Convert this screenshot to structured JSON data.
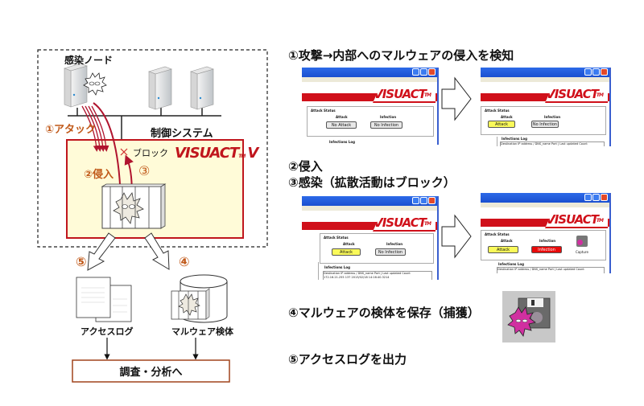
{
  "left_diagram": {
    "infected_node_label": "感染ノード",
    "control_system_label": "制御システム",
    "attack_label": "①アタック",
    "block_label": "ブロック",
    "intrusion_label": "②侵入",
    "step3_marker": "③",
    "product_logo": "VISUACT",
    "product_logo_suffix": "V",
    "product_logo_tm": "TM",
    "step5_marker": "⑤",
    "step4_marker": "④",
    "access_log_label": "アクセスログ",
    "malware_sample_label": "マルウェア検体",
    "investigation_box_label": "調査・分析へ"
  },
  "steps": [
    {
      "heading": "①攻撃→内部へのマルウェアの侵入を検知"
    },
    {
      "heading": "②侵入"
    },
    {
      "heading": "③感染（拡散活動はブロック）"
    },
    {
      "heading": "④マルウェアの検体を保存（捕獲）"
    },
    {
      "heading": "⑤アクセスログを出力"
    }
  ],
  "screens": {
    "logo": "VISUACT",
    "logo_tm": "TM",
    "status_title": "Attack Status",
    "attack_label": "Attack",
    "infection_label": "Infection",
    "log_label": "Infections Log",
    "capture_label": "Capture",
    "log_header": "Destination IP address / DNS_name  Port | Last updated  Count",
    "log_row": "172.16.21.255   137   2013/02/18 14:16:40.3214",
    "s1": {
      "attack_button": "No Attack",
      "infection_button": "No Infection"
    },
    "s2": {
      "attack_button": "Attack",
      "infection_button": "No Infection"
    },
    "s3": {
      "attack_button": "Attack",
      "infection_button": "No Infection"
    },
    "s4": {
      "attack_button": "Attack",
      "infection_button": "Infection"
    }
  },
  "colors": {
    "accent_red": "#c0161d",
    "arrow_red": "#b0142e",
    "step_orange": "#c05818",
    "zone_fill": "#fffbd8",
    "attack_yellow": "#fafa5a",
    "infection_red": "#e80a0a",
    "malware_magenta": "#d030a0"
  }
}
